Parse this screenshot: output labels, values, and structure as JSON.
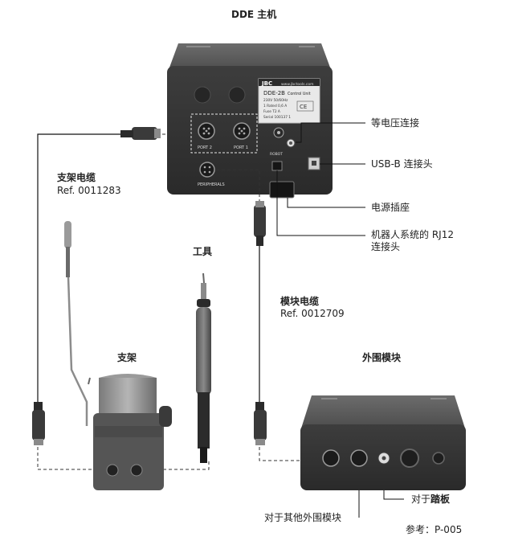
{
  "title": "DDE 主机",
  "control_unit": {
    "brand": "JBC",
    "website": "www.jbctools.com",
    "model": "DDE-2B",
    "model_desc": "Control Unit",
    "spec_lines": [
      "230V 50/60Hz",
      "1 Rated 0,6 A",
      "Fuse T2 A",
      "Serial 100137 1"
    ],
    "port2": "PORT 2",
    "port1": "PORT 1",
    "peripherals": "PERIPHERALS",
    "robot": "ROBOT"
  },
  "labels": {
    "equipotential": "等电压连接",
    "usb": "USB-B 连接头",
    "power": "电源插座",
    "rj12_line1": "机器人系统的 RJ12",
    "rj12_line2": "连接头",
    "stand_cable_name": "支架电缆",
    "stand_cable_ref": "Ref. 0011283",
    "tool": "工具",
    "module_cable_name": "模块电缆",
    "module_cable_ref": "Ref. 0012709",
    "stand": "支架",
    "peripheral_module": "外围模块",
    "other_modules": "对于其他外围模块",
    "pedal_prefix": "对于",
    "pedal_bold": "踏板",
    "pedal_ref": "参考：P-005"
  }
}
